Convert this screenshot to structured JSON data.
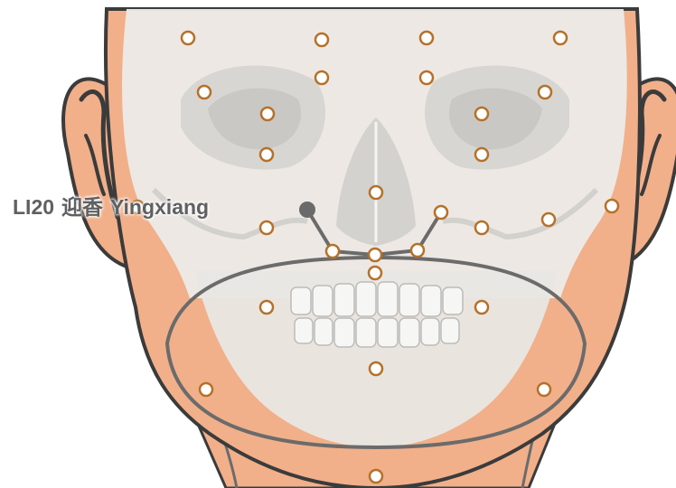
{
  "point_label": {
    "code": "LI20",
    "chinese": "迎香",
    "pinyin": "Yingxiang"
  },
  "colors": {
    "skin": "#f2b08a",
    "skull": "#ecebe8",
    "skull_shade": "#d7d6d2",
    "outline": "#3b3b3b",
    "meridian_line": "#6b6b6b",
    "point_ring": "#b5712a",
    "point_fill": "#ffffff",
    "highlight_point": "#6a6a6a",
    "label_text": "#5f6062"
  },
  "icons": {
    "acupoint_marker": "hollow-circle-orange",
    "highlighted_point": "filled-circle-gray"
  }
}
